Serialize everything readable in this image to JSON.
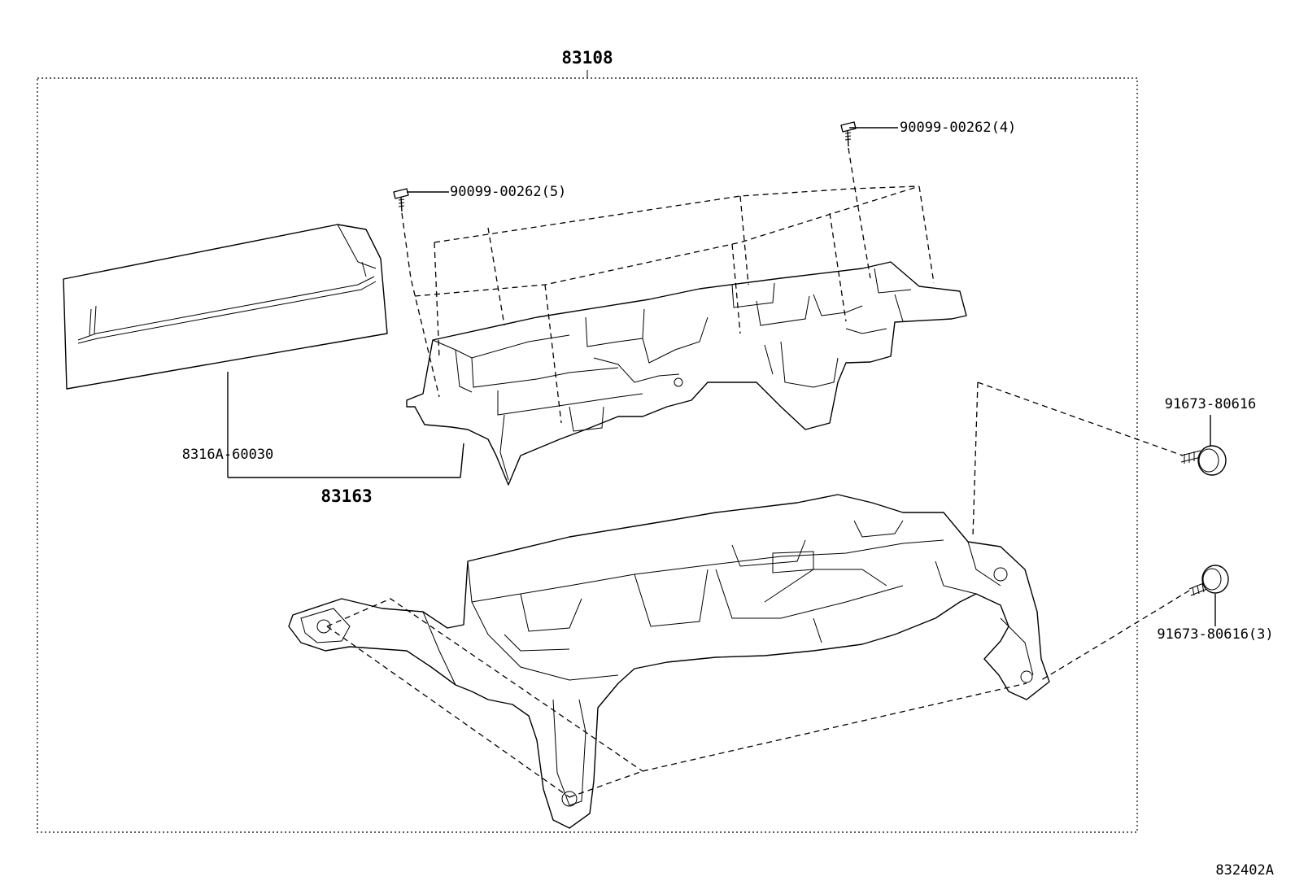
{
  "diagram_labels": {
    "assembly": "83108",
    "screw_top_right": "90099-00262(4)",
    "screw_top_left": "90099-00262(5)",
    "lens": "8316A-60030",
    "meter_sub": "83163",
    "bolt_upper": "91673-80616",
    "bolt_lower": "91673-80616(3)",
    "ref_code": "832402A"
  },
  "colors": {
    "ink": "#000000",
    "paper": "#ffffff"
  }
}
